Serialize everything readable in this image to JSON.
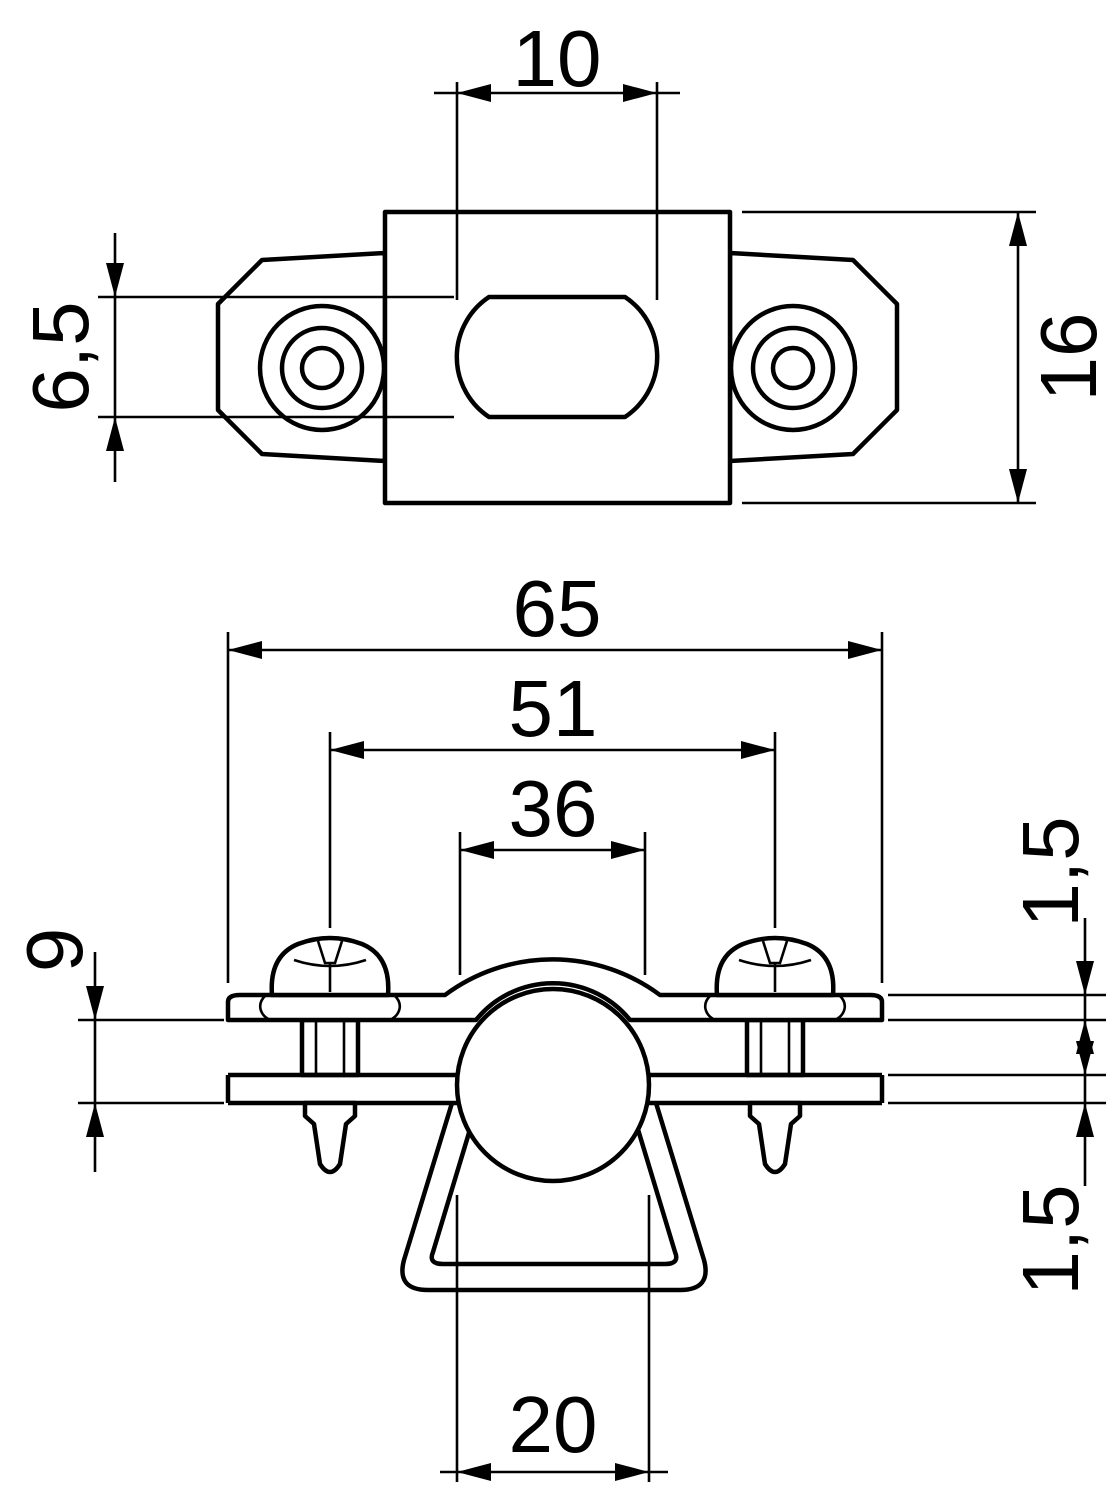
{
  "page": {
    "background_color": "#ffffff",
    "line_color": "#000000",
    "description": "Technical dimension drawing of a spacer clip / pipe clamp, top view and front view"
  },
  "top_view": {
    "dim_slot_length": "10",
    "dim_slot_width": "6,5",
    "dim_body_width": "16"
  },
  "front_view": {
    "dim_overall_width": "65",
    "dim_screw_spacing": "51",
    "dim_clamp_outer_width": "36",
    "dim_strap_thickness": "1,5",
    "dim_plate_offset": "9",
    "dim_plate_thickness": "1,5",
    "dim_clamp_diameter": "20"
  }
}
